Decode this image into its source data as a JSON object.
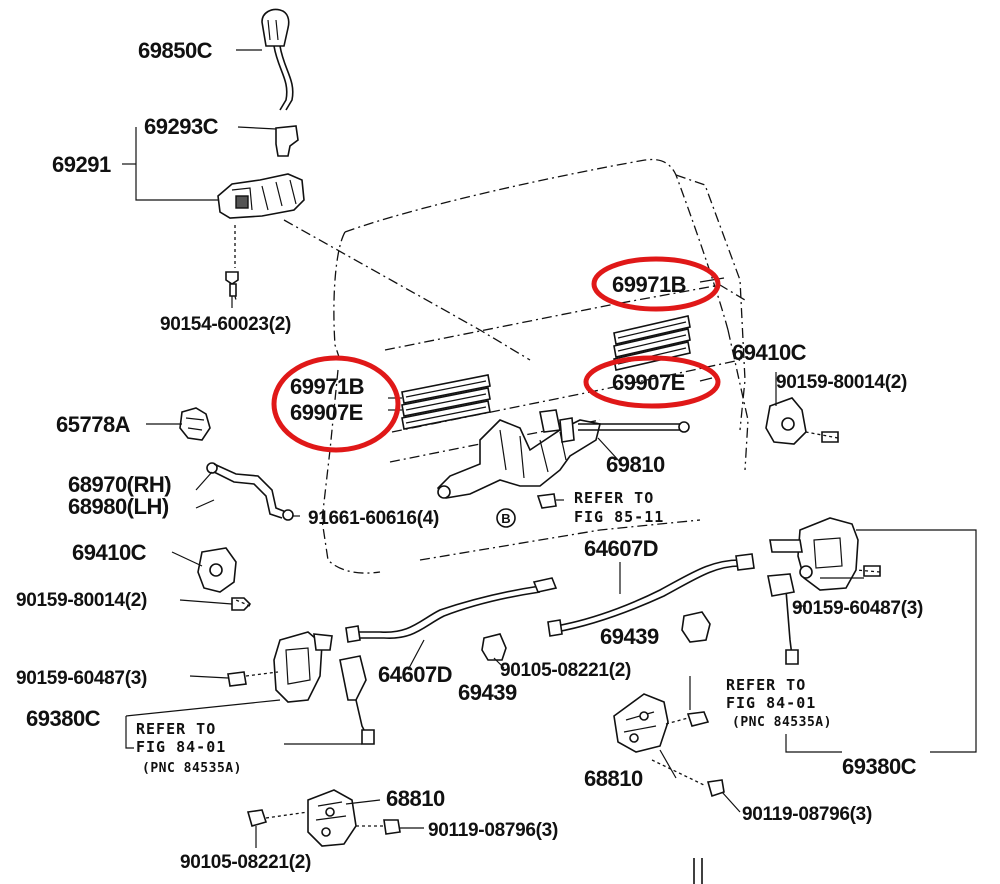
{
  "labels": {
    "p69850c": "69850C",
    "p69293c": "69293C",
    "p69291": "69291",
    "p90154": "90154-60023(2)",
    "p69971b_top": "69971B",
    "p69907e_right": "69907E",
    "p69971b_left": "69971B",
    "p69907e_left": "69907E",
    "p69410c_right": "69410C",
    "p90159_80014_right": "90159-80014(2)",
    "p65778a": "65778A",
    "p69810": "69810",
    "p68970": "68970(RH)",
    "p68980": "68980(LH)",
    "p91661": "91661-60616(4)",
    "refer_top_1": "REFER TO",
    "refer_top_2": "FIG 85-11",
    "circle_b": "B",
    "p64607d_top": "64607D",
    "p69410c_left": "69410C",
    "p90159_80014_left": "90159-80014(2)",
    "p90159_60487_right": "90159-60487(3)",
    "p69439_right": "69439",
    "p90159_60487_left": "90159-60487(3)",
    "p64607d_bottom": "64607D",
    "p90105_right": "90105-08221(2)",
    "p69439_left": "69439",
    "refer_right_1": "REFER TO",
    "refer_right_2": "FIG 84-01",
    "refer_right_3": "(PNC 84535A)",
    "p69380c_left": "69380C",
    "refer_left_1": "REFER TO",
    "refer_left_2": "FIG 84-01",
    "refer_left_3": "(PNC 84535A)",
    "p68810_right": "68810",
    "p69380c_right": "69380C",
    "p90119_right": "90119-08796(3)",
    "p68810_bottom": "68810",
    "p90119_bottom": "90119-08796(3)",
    "p90105_bottom": "90105-08221(2)"
  },
  "colors": {
    "highlight": "#e01818",
    "ink": "#111111"
  },
  "highlighted_parts": [
    "69971B",
    "69907E"
  ]
}
